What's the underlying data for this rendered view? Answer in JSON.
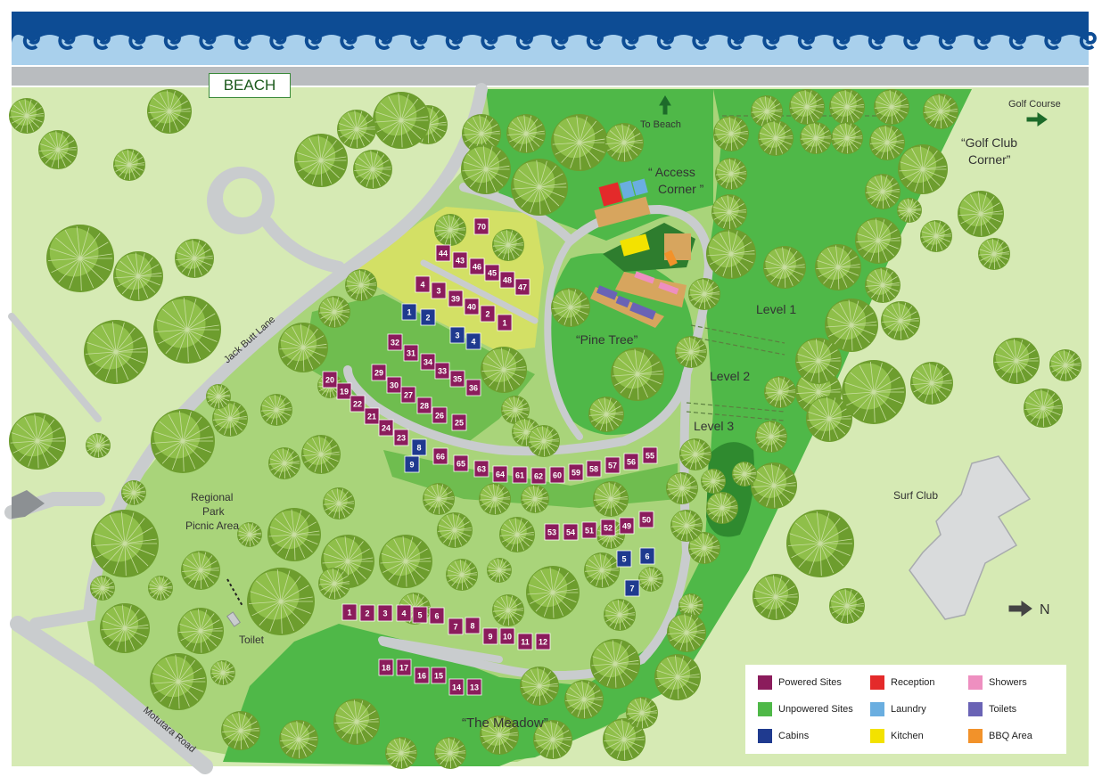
{
  "colors": {
    "powered": "#8b1c5c",
    "cabin": "#1f3a8f",
    "reception": "#e42a2a",
    "laundry": "#6aaee0",
    "kitchen": "#f3e200",
    "showers": "#ee8fc0",
    "toilets": "#6a63b5",
    "bbq": "#f2922a",
    "unpowered": "#4fb848",
    "sea_dark": "#0d4c94",
    "sea_light": "#a9d0ec",
    "park_light": "#d6eab4",
    "park_mid": "#a9d47a",
    "road": "#c9ccce",
    "tree": "#6d9d2e"
  },
  "labels": {
    "beach": "BEACH",
    "to_beach": "To Beach",
    "golf_course": "Golf Course",
    "golf_club_corner_1": "“Golf Club",
    "golf_club_corner_2": "Corner”",
    "access_corner_1": "“ Access",
    "access_corner_2": "Corner ”",
    "pine_tree": "“Pine Tree”",
    "level_1": "Level 1",
    "level_2": "Level 2",
    "level_3": "Level 3",
    "jack_butt_lane": "Jack Butt Lane",
    "regional_park_1": "Regional",
    "regional_park_2": "Park",
    "regional_park_3": "Picnic Area",
    "toilet": "Toilet",
    "surf_club": "Surf Club",
    "the_meadow": "“The Meadow”",
    "motutara_road": "Motutara Road",
    "north": "N"
  },
  "legend": [
    {
      "label": "Powered Sites",
      "color": "#8b1c5c"
    },
    {
      "label": "Reception",
      "color": "#e42a2a"
    },
    {
      "label": "Showers",
      "color": "#ee8fc0"
    },
    {
      "label": "Unpowered Sites",
      "color": "#4fb848"
    },
    {
      "label": "Laundry",
      "color": "#6aaee0"
    },
    {
      "label": "Toilets",
      "color": "#6a63b5"
    },
    {
      "label": "Cabins",
      "color": "#1f3a8f"
    },
    {
      "label": "Kitchen",
      "color": "#f3e200"
    },
    {
      "label": "BBQ Area",
      "color": "#f2922a"
    }
  ],
  "sites": [
    {
      "n": "70",
      "type": "powered"
    },
    {
      "n": "44",
      "type": "powered"
    },
    {
      "n": "43",
      "type": "powered"
    },
    {
      "n": "46",
      "type": "powered"
    },
    {
      "n": "45",
      "type": "powered"
    },
    {
      "n": "48",
      "type": "powered"
    },
    {
      "n": "47",
      "type": "powered"
    },
    {
      "n": "4",
      "type": "powered"
    },
    {
      "n": "3",
      "type": "powered"
    },
    {
      "n": "39",
      "type": "powered"
    },
    {
      "n": "40",
      "type": "powered"
    },
    {
      "n": "2",
      "type": "powered"
    },
    {
      "n": "1",
      "type": "powered"
    },
    {
      "n": "1",
      "type": "cabin"
    },
    {
      "n": "2",
      "type": "cabin"
    },
    {
      "n": "3",
      "type": "cabin"
    },
    {
      "n": "4",
      "type": "cabin"
    },
    {
      "n": "32",
      "type": "powered"
    },
    {
      "n": "31",
      "type": "powered"
    },
    {
      "n": "34",
      "type": "powered"
    },
    {
      "n": "33",
      "type": "powered"
    },
    {
      "n": "35",
      "type": "powered"
    },
    {
      "n": "36",
      "type": "powered"
    },
    {
      "n": "29",
      "type": "powered"
    },
    {
      "n": "30",
      "type": "powered"
    },
    {
      "n": "27",
      "type": "powered"
    },
    {
      "n": "28",
      "type": "powered"
    },
    {
      "n": "26",
      "type": "powered"
    },
    {
      "n": "25",
      "type": "powered"
    },
    {
      "n": "20",
      "type": "powered"
    },
    {
      "n": "19",
      "type": "powered"
    },
    {
      "n": "22",
      "type": "powered"
    },
    {
      "n": "21",
      "type": "powered"
    },
    {
      "n": "24",
      "type": "powered"
    },
    {
      "n": "23",
      "type": "powered"
    },
    {
      "n": "8",
      "type": "cabin"
    },
    {
      "n": "9",
      "type": "cabin"
    },
    {
      "n": "66",
      "type": "powered"
    },
    {
      "n": "65",
      "type": "powered"
    },
    {
      "n": "63",
      "type": "powered"
    },
    {
      "n": "64",
      "type": "powered"
    },
    {
      "n": "61",
      "type": "powered"
    },
    {
      "n": "62",
      "type": "powered"
    },
    {
      "n": "60",
      "type": "powered"
    },
    {
      "n": "59",
      "type": "powered"
    },
    {
      "n": "58",
      "type": "powered"
    },
    {
      "n": "57",
      "type": "powered"
    },
    {
      "n": "56",
      "type": "powered"
    },
    {
      "n": "55",
      "type": "powered"
    },
    {
      "n": "53",
      "type": "powered"
    },
    {
      "n": "54",
      "type": "powered"
    },
    {
      "n": "51",
      "type": "powered"
    },
    {
      "n": "52",
      "type": "powered"
    },
    {
      "n": "49",
      "type": "powered"
    },
    {
      "n": "50",
      "type": "powered"
    },
    {
      "n": "5",
      "type": "cabin"
    },
    {
      "n": "6",
      "type": "cabin"
    },
    {
      "n": "7",
      "type": "cabin"
    },
    {
      "n": "1",
      "type": "powered"
    },
    {
      "n": "2",
      "type": "powered"
    },
    {
      "n": "3",
      "type": "powered"
    },
    {
      "n": "4",
      "type": "powered"
    },
    {
      "n": "5",
      "type": "powered"
    },
    {
      "n": "6",
      "type": "powered"
    },
    {
      "n": "7",
      "type": "powered"
    },
    {
      "n": "8",
      "type": "powered"
    },
    {
      "n": "9",
      "type": "powered"
    },
    {
      "n": "10",
      "type": "powered"
    },
    {
      "n": "11",
      "type": "powered"
    },
    {
      "n": "12",
      "type": "powered"
    },
    {
      "n": "18",
      "type": "powered"
    },
    {
      "n": "17",
      "type": "powered"
    },
    {
      "n": "16",
      "type": "powered"
    },
    {
      "n": "15",
      "type": "powered"
    },
    {
      "n": "14",
      "type": "powered"
    },
    {
      "n": "13",
      "type": "powered"
    }
  ]
}
